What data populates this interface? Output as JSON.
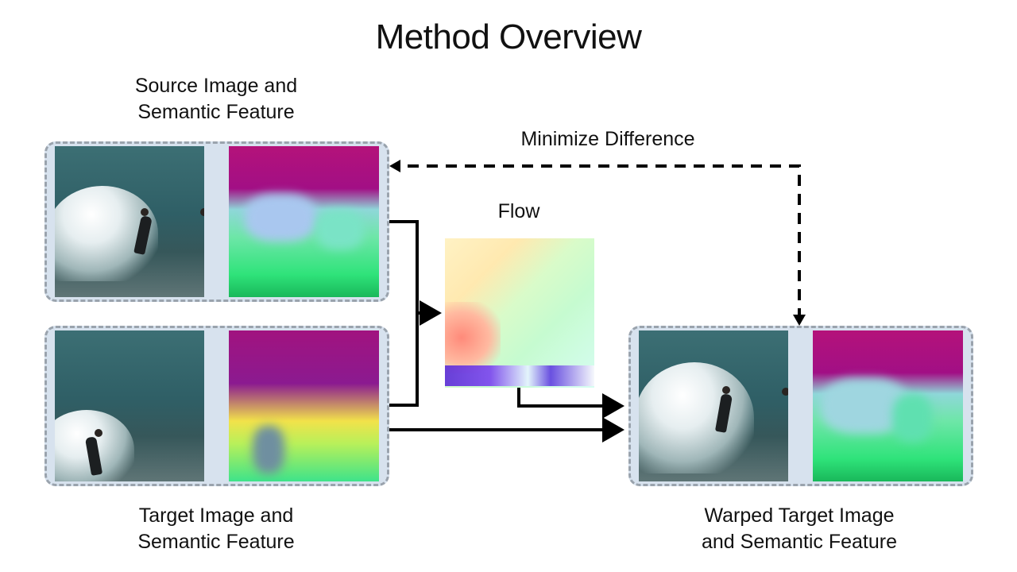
{
  "title": "Method Overview",
  "labels": {
    "source": [
      "Source Image and",
      "Semantic Feature"
    ],
    "target": [
      "Target Image and",
      "Semantic Feature"
    ],
    "warped": [
      "Warped Target Image",
      "and Semantic Feature"
    ],
    "flow": "Flow",
    "minimize": "Minimize Difference"
  },
  "colors": {
    "group_fill": "#d7e2ee",
    "group_border": "#9aa3ad",
    "arrow": "#000000"
  }
}
